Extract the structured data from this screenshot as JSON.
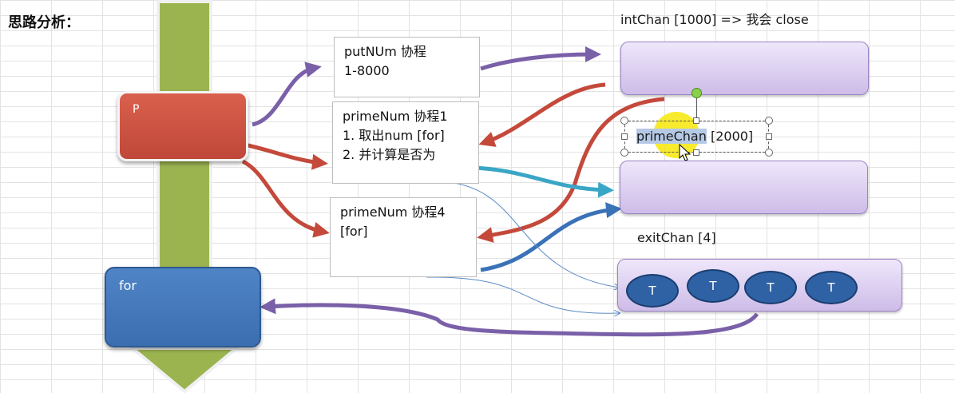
{
  "title": "思路分析：",
  "p_box": {
    "label": "P"
  },
  "for_box": {
    "label": "for"
  },
  "put_box": {
    "lines": [
      "putNUm 协程",
      "1-8000"
    ]
  },
  "prime1_box": {
    "lines": [
      "primeNum 协程1",
      "1. 取出num [for]",
      "2.  并计算是否为"
    ]
  },
  "prime4_box": {
    "lines": [
      "primeNum 协程4",
      "[for]"
    ]
  },
  "int_chan": {
    "label": "intChan [1000]  =>  我会 close"
  },
  "prime_chan": {
    "label_selected": "primeChan",
    "label_rest": " [2000]"
  },
  "exit_chan": {
    "label": "exitChan [4]",
    "tokens": [
      "T",
      "T",
      "T",
      "T"
    ]
  },
  "colors": {
    "purple_arrow": "#7a60a8",
    "red_arrow": "#c4493b",
    "teal_arrow": "#3aa6c6",
    "blue_arrow": "#3a72b8",
    "green_band": "#9bb450",
    "highlight": "#f7e600"
  }
}
